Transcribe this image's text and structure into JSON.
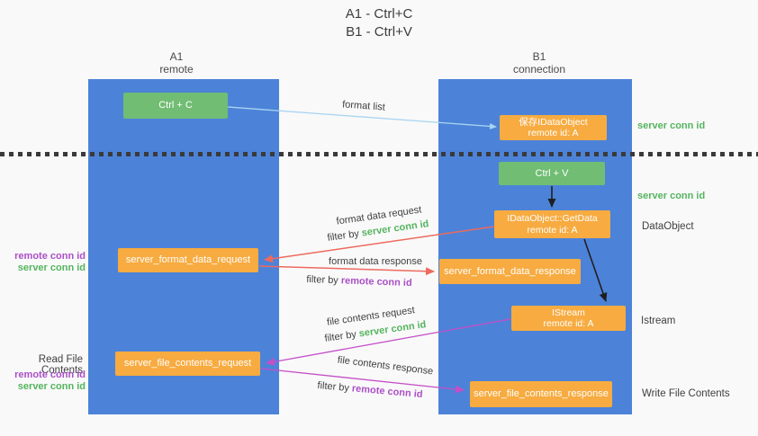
{
  "title": {
    "line1": "A1 - Ctrl+C",
    "line2": "B1 - Ctrl+V"
  },
  "lifelines": {
    "left": {
      "name": "A1",
      "role": "remote"
    },
    "right": {
      "name": "B1",
      "role": "connection"
    }
  },
  "nodes": {
    "ctrl_c": {
      "label": "Ctrl + C"
    },
    "save_idataobject": {
      "line1": "保存IDataObject",
      "line2": "remote id: A"
    },
    "ctrl_v": {
      "label": "Ctrl + V"
    },
    "getdata": {
      "line1": "IDataObject::GetData",
      "line2": "remote id: A"
    },
    "server_format_data_request": {
      "label": "server_format_data_request"
    },
    "server_format_data_response": {
      "label": "server_format_data_response"
    },
    "istream": {
      "line1": "IStream",
      "line2": "remote id: A"
    },
    "server_file_contents_request": {
      "label": "server_file_contents_request"
    },
    "server_file_contents_response": {
      "label": "server_file_contents_response"
    }
  },
  "side_labels": {
    "server_conn_id_top": "server conn id",
    "server_conn_id_mid": "server conn id",
    "dataobject": "DataObject",
    "istream": "Istream",
    "write_file_contents": "Write File Contents",
    "read_file_contents": "Read File Contents",
    "remote_conn_id_1": "remote conn id",
    "server_conn_id_1": "server conn id",
    "remote_conn_id_2": "remote conn id",
    "server_conn_id_2": "server conn id"
  },
  "arrow_labels": {
    "format_list": "format list",
    "format_data_request": "format data request",
    "filter_by_1_prefix": "filter by ",
    "filter_by_1_key": "server conn id",
    "format_data_response": "format data response",
    "filter_by_2_prefix": "filter by ",
    "filter_by_2_key": "remote conn id",
    "file_contents_request": "file contents request",
    "filter_by_3_prefix": "filter by ",
    "filter_by_3_key": "server conn id",
    "file_contents_response": "file contents response",
    "filter_by_4_prefix": "filter by ",
    "filter_by_4_key": "remote conn id"
  },
  "colors": {
    "lifeline_blue": "#4c83d8",
    "node_orange": "#f7ab40",
    "node_green": "#71bd73",
    "server_conn_green": "#55b45f",
    "remote_conn_purple": "#ab4fc7",
    "request_red": "#ed6a5e",
    "response_magenta": "#c44fc8",
    "format_list_blue": "#a9d4f2",
    "black_arrow": "#1f1f1f"
  }
}
